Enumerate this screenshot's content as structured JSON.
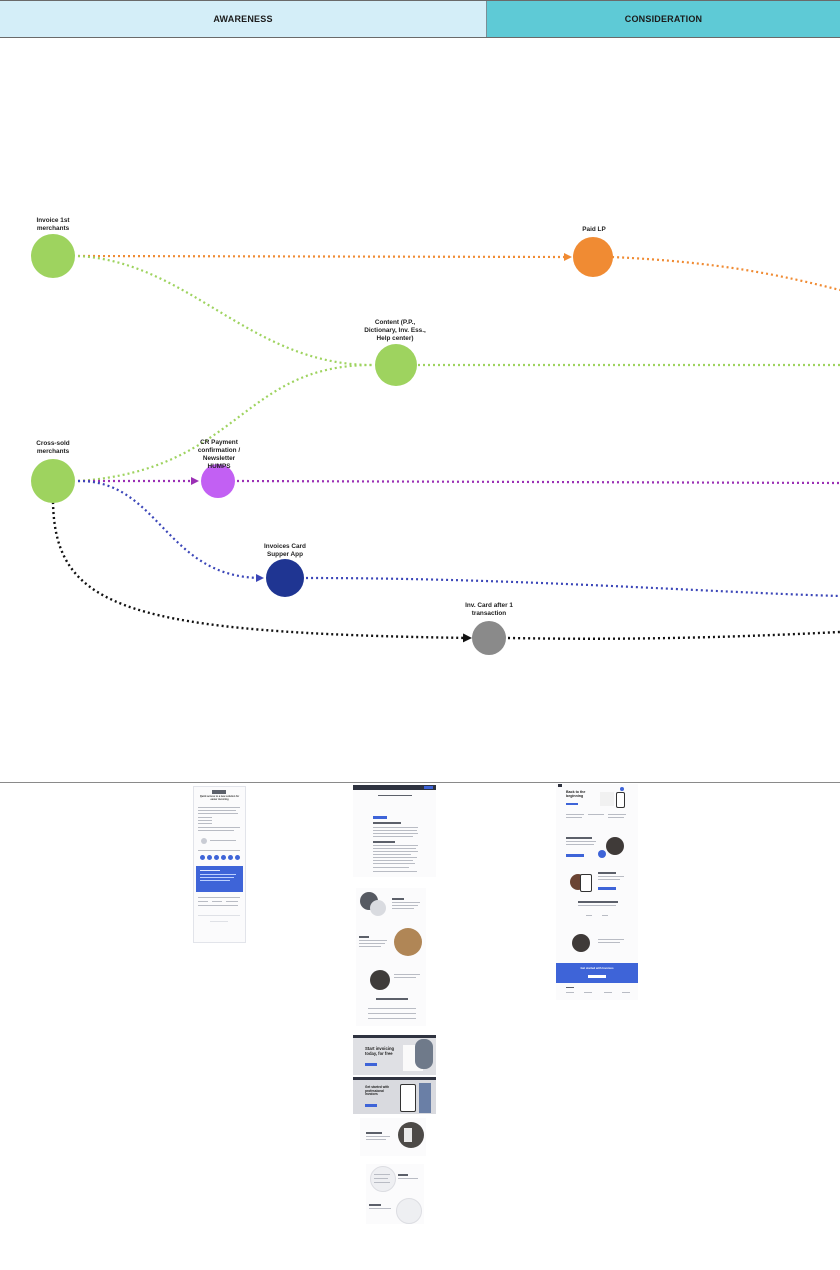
{
  "stages": [
    {
      "label": "AWARENESS",
      "color": "#d4eef8"
    },
    {
      "label": "CONSIDERATION",
      "color": "#5ecad6"
    }
  ],
  "nodes": {
    "invoice_first": {
      "label": "Invoice 1st\nmerchants",
      "color": "#9ed35f"
    },
    "cross_sold": {
      "label": "Cross-sold\nmerchants",
      "color": "#9ed35f"
    },
    "paid_lp": {
      "label": "Paid LP",
      "color": "#f08b33"
    },
    "content": {
      "label": "Content (P.P.,\nDictionary, Inv. Ess.,\nHelp center)",
      "color": "#9ed35f"
    },
    "cr_payment": {
      "label": "CR Payment\nconfirmation /\nNewsletter\nHUMPS",
      "color": "#c260f3"
    },
    "invoices_card": {
      "label": "Invoices Card\nSupper App",
      "color": "#1f3592"
    },
    "inv_card_after": {
      "label": "Inv. Card after 1\ntransaction",
      "color": "#8a8a8a"
    }
  },
  "flow_colors": {
    "orange": "#f08b33",
    "green": "#9ed35f",
    "purple": "#9b2fb5",
    "blue": "#3b46b8",
    "black": "#111111"
  },
  "thumbnails": {
    "email_header": "Quick access to a new solution for easier invoicing",
    "lp_hero": "Back to the beginning",
    "lp_cta": "Get started with Invoices",
    "start_invoicing": "Start invoicing today, for free",
    "get_started_pro": "Get started with professional invoices"
  }
}
